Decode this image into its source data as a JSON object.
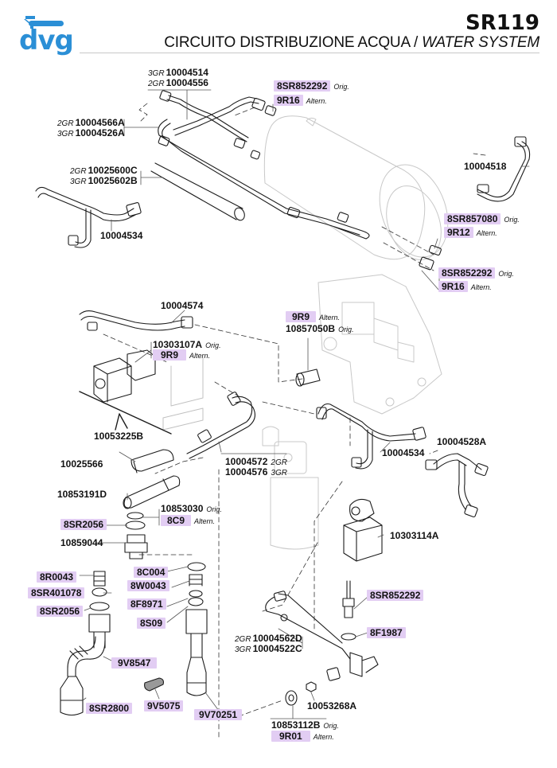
{
  "header": {
    "brand": "dvg",
    "model_code": "SR119",
    "title_it": "CIRCUITO DISTRIBUZIONE ACQUA /",
    "title_en": "WATER SYSTEM"
  },
  "colors": {
    "brand_blue": "#2b8fd6",
    "highlight_purple": "#e2cdf3",
    "line": "#222222",
    "ghost_line": "#c4c4c4"
  },
  "labels": {
    "tube_top_3gr": {
      "pre": "3GR",
      "code": "10004514"
    },
    "tube_top_2gr": {
      "pre": "2GR",
      "code": "10004556"
    },
    "fitting_top_orig": {
      "code": "8SR852292",
      "suf": "Orig."
    },
    "fitting_top_alt": {
      "code": "9R16",
      "suf": "Altern."
    },
    "tube_left_2gr": {
      "pre": "2GR",
      "code": "10004566A"
    },
    "tube_left_3gr": {
      "pre": "3GR",
      "code": "10004526A"
    },
    "insul_2gr": {
      "pre": "2GR",
      "code": "10025600C"
    },
    "insul_3gr": {
      "pre": "3GR",
      "code": "10025602B"
    },
    "tube_10004534_top": {
      "code": "10004534"
    },
    "tube_10004518": {
      "code": "10004518"
    },
    "fitting_right1_orig": {
      "code": "8SR857080",
      "suf": "Orig."
    },
    "fitting_right1_alt": {
      "code": "9R12",
      "suf": "Altern."
    },
    "fitting_right2_orig": {
      "code": "8SR852292",
      "suf": "Orig."
    },
    "fitting_right2_alt": {
      "code": "9R16",
      "suf": "Altern."
    },
    "tube_10004574": {
      "code": "10004574"
    },
    "valve_orig": {
      "code": "10303107A",
      "suf": "Orig."
    },
    "valve_alt": {
      "code": "9R9",
      "suf": "Altern."
    },
    "fitting_mid_alt": {
      "code": "9R9",
      "suf": "Altern."
    },
    "fitting_mid_orig": {
      "code": "10857050B",
      "suf": "Orig."
    },
    "cable_10053225B": {
      "code": "10053225B"
    },
    "cover_10025566": {
      "code": "10025566"
    },
    "tube_10004572": {
      "code": "10004572",
      "suf": "2GR"
    },
    "tube_10004576": {
      "code": "10004576",
      "suf": "3GR"
    },
    "tube_10004534_mid": {
      "code": "10004534"
    },
    "tube_10004528A": {
      "code": "10004528A"
    },
    "heater_10853191D": {
      "code": "10853191D"
    },
    "seal_orig": {
      "code": "10853030",
      "suf": "Orig."
    },
    "seal_alt": {
      "code": "8C9",
      "suf": "Altern."
    },
    "oring_8SR2056_a": {
      "code": "8SR2056"
    },
    "nipple_10859044": {
      "code": "10859044"
    },
    "valve_10303114A": {
      "code": "10303114A"
    },
    "spring_8R0043": {
      "code": "8R0043"
    },
    "washer_8SR401078": {
      "code": "8SR401078"
    },
    "oring_8SR2056_b": {
      "code": "8SR2056"
    },
    "oring_8C004": {
      "code": "8C004"
    },
    "spring_8W0043": {
      "code": "8W0043"
    },
    "washer_8F8971": {
      "code": "8F8971"
    },
    "washer_8S09": {
      "code": "8S09"
    },
    "sensor_8SR852292": {
      "code": "8SR852292"
    },
    "washer_8F1987": {
      "code": "8F1987"
    },
    "tube_bottom_2gr": {
      "pre": "2GR",
      "code": "10004562D"
    },
    "tube_bottom_3gr": {
      "pre": "3GR",
      "code": "10004522C"
    },
    "hose_9V8547": {
      "code": "9V8547"
    },
    "nozzle_8SR2800": {
      "code": "8SR2800"
    },
    "clip_9V5075": {
      "code": "9V5075"
    },
    "nozzle_9V70251": {
      "code": "9V70251"
    },
    "nut_10053268A": {
      "code": "10053268A"
    },
    "jet_orig": {
      "code": "10853112B",
      "suf": "Orig."
    },
    "jet_alt": {
      "code": "9R01",
      "suf": "Altern."
    }
  }
}
